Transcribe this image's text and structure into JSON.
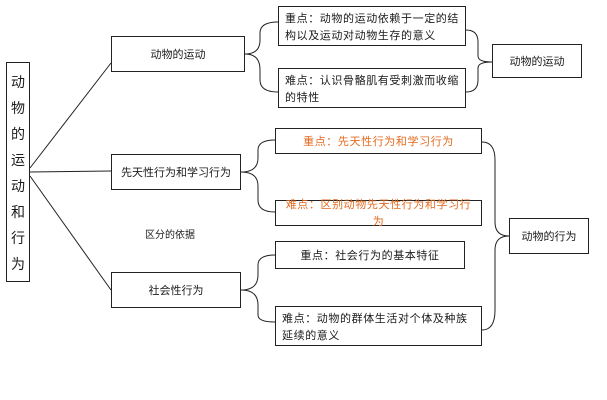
{
  "root": {
    "chars": [
      "动",
      "物",
      "的",
      "运",
      "动",
      "和",
      "行",
      "为"
    ]
  },
  "branches": {
    "movement": "动物的运动",
    "innate": "先天性行为和学习行为",
    "social": "社会性行为"
  },
  "notes": {
    "movement_key": "重点：动物的运动依赖于一定的结构以及运动对动物生存的意义",
    "movement_diff": "难点：认识骨骼肌有受刺激而收缩的特性",
    "innate_key": "重点：先天性行为和学习行为",
    "innate_diff": "难点：区别动物先天性行为和学习行为",
    "social_key": "重点：社会行为的基本特征",
    "social_diff": "难点：动物的群体生活对个体及种族延续的意义"
  },
  "summaries": {
    "movement": "动物的运动",
    "behavior": "动物的行为"
  },
  "label_basis": "区分的依据",
  "colors": {
    "line": "#222222",
    "highlight_text": "#e46a1e"
  }
}
